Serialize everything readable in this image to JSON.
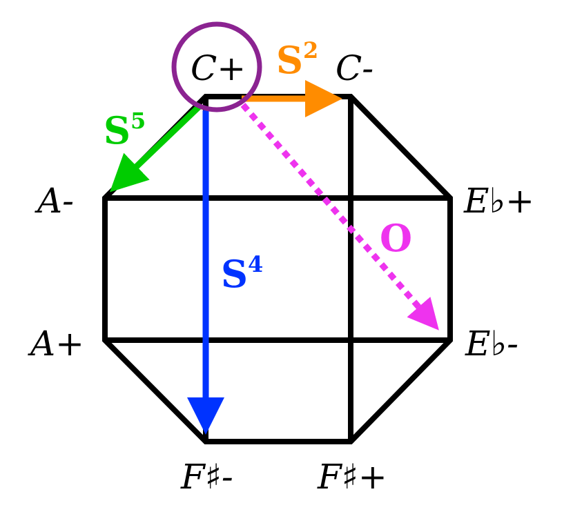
{
  "nodes": {
    "c_plus": "C+",
    "c_minus": "C-",
    "eflat_plus": "E♭+",
    "eflat_minus": "E♭-",
    "fsharp_plus": "F♯+",
    "fsharp_minus": "F♯-",
    "a_plus": "A+",
    "a_minus": "A-"
  },
  "operations": {
    "s2": {
      "base": "S",
      "exp": "2",
      "color": "#FF8C00"
    },
    "s5": {
      "base": "S",
      "exp": "5",
      "color": "#00CC00"
    },
    "s4": {
      "base": "S",
      "exp": "4",
      "color": "#0033FF"
    },
    "o": {
      "base": "O",
      "color": "#EE33EE"
    }
  },
  "highlight_color": "#8B2391"
}
